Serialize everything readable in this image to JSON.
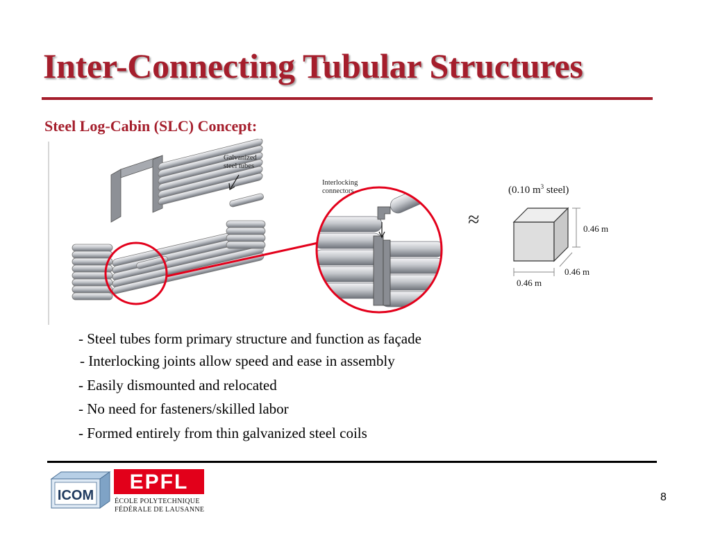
{
  "slide": {
    "title": "Inter-Connecting Tubular Structures",
    "subtitle": "Steel Log-Cabin (SLC) Concept:",
    "page_number": "8"
  },
  "figure": {
    "label_galvanized_line1": "Galvanized",
    "label_galvanized_line2": "steel tubes",
    "label_interlocking_line1": "Interlocking",
    "label_interlocking_line2": "connectors",
    "approx_symbol": "≈",
    "volume_prefix": "(0.10 m",
    "volume_sup": "3",
    "volume_suffix": " steel)",
    "dim_height": "0.46 m",
    "dim_depth": "0.46 m",
    "dim_width": "0.46 m"
  },
  "bullets": [
    "- Steel tubes form primary structure and function as façade",
    "- Interlocking joints allow speed and ease in assembly",
    "- Easily dismounted and relocated",
    "- No need for fasteners/skilled labor",
    "- Formed entirely from thin galvanized steel coils"
  ],
  "footer": {
    "icom_logo_text": "ICOM",
    "epfl_logo_text": "EPFL",
    "epfl_line1": "ÉCOLE POLYTECHNIQUE",
    "epfl_line2": "FÉDÉRALE DE LAUSANNE"
  },
  "colors": {
    "title_red": "#a51e2c",
    "callout_red": "#e3001b",
    "epfl_red": "#e2001a"
  }
}
